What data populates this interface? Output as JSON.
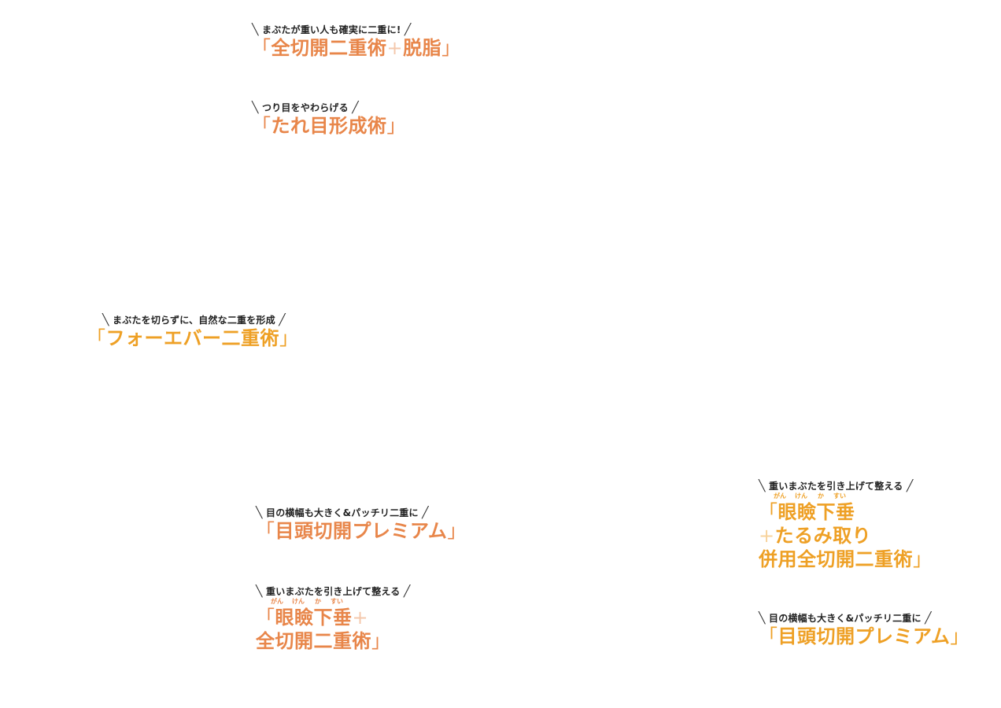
{
  "colors": {
    "orange": "#e8864a",
    "amber": "#eea025",
    "dark_text": "#222222"
  },
  "blocks": [
    {
      "tagline": "まぶたが重い人も確実に二重に!",
      "open": "「",
      "line1": "全切開二重術",
      "plus": "+",
      "line1b": "脱脂",
      "close": "」"
    },
    {
      "tagline": "つり目をやわらげる",
      "open": "「",
      "line1": "たれ目形成術",
      "close": "」"
    },
    {
      "tagline": "まぶたを切らずに、自然な二重を形成",
      "open": "「",
      "line1": "フォーエバー二重術",
      "close": "」"
    },
    {
      "tagline": "目の横幅も大きく&パッチリ二重に",
      "open": "「",
      "line1": "目頭切開プレミアム",
      "close": "」"
    },
    {
      "tagline": "重いまぶたを引き上げて整える",
      "ruby": [
        "がん",
        "けん",
        "か",
        "すい"
      ],
      "open": "「",
      "line1": "眼瞼下垂",
      "plus": "+",
      "line2": "全切開二重術",
      "close": "」"
    },
    {
      "tagline": "重いまぶたを引き上げて整える",
      "ruby": [
        "がん",
        "けん",
        "か",
        "すい"
      ],
      "open": "「",
      "line1": "眼瞼下垂",
      "plus": "+",
      "line2": "たるみ取り",
      "line3": "併用全切開二重術",
      "close": "」"
    },
    {
      "tagline": "目の横幅も大きく&パッチリ二重に",
      "open": "「",
      "line1": "目頭切開プレミアム",
      "close": "」"
    }
  ],
  "slashes": {
    "left": "╲",
    "right": "╱"
  }
}
